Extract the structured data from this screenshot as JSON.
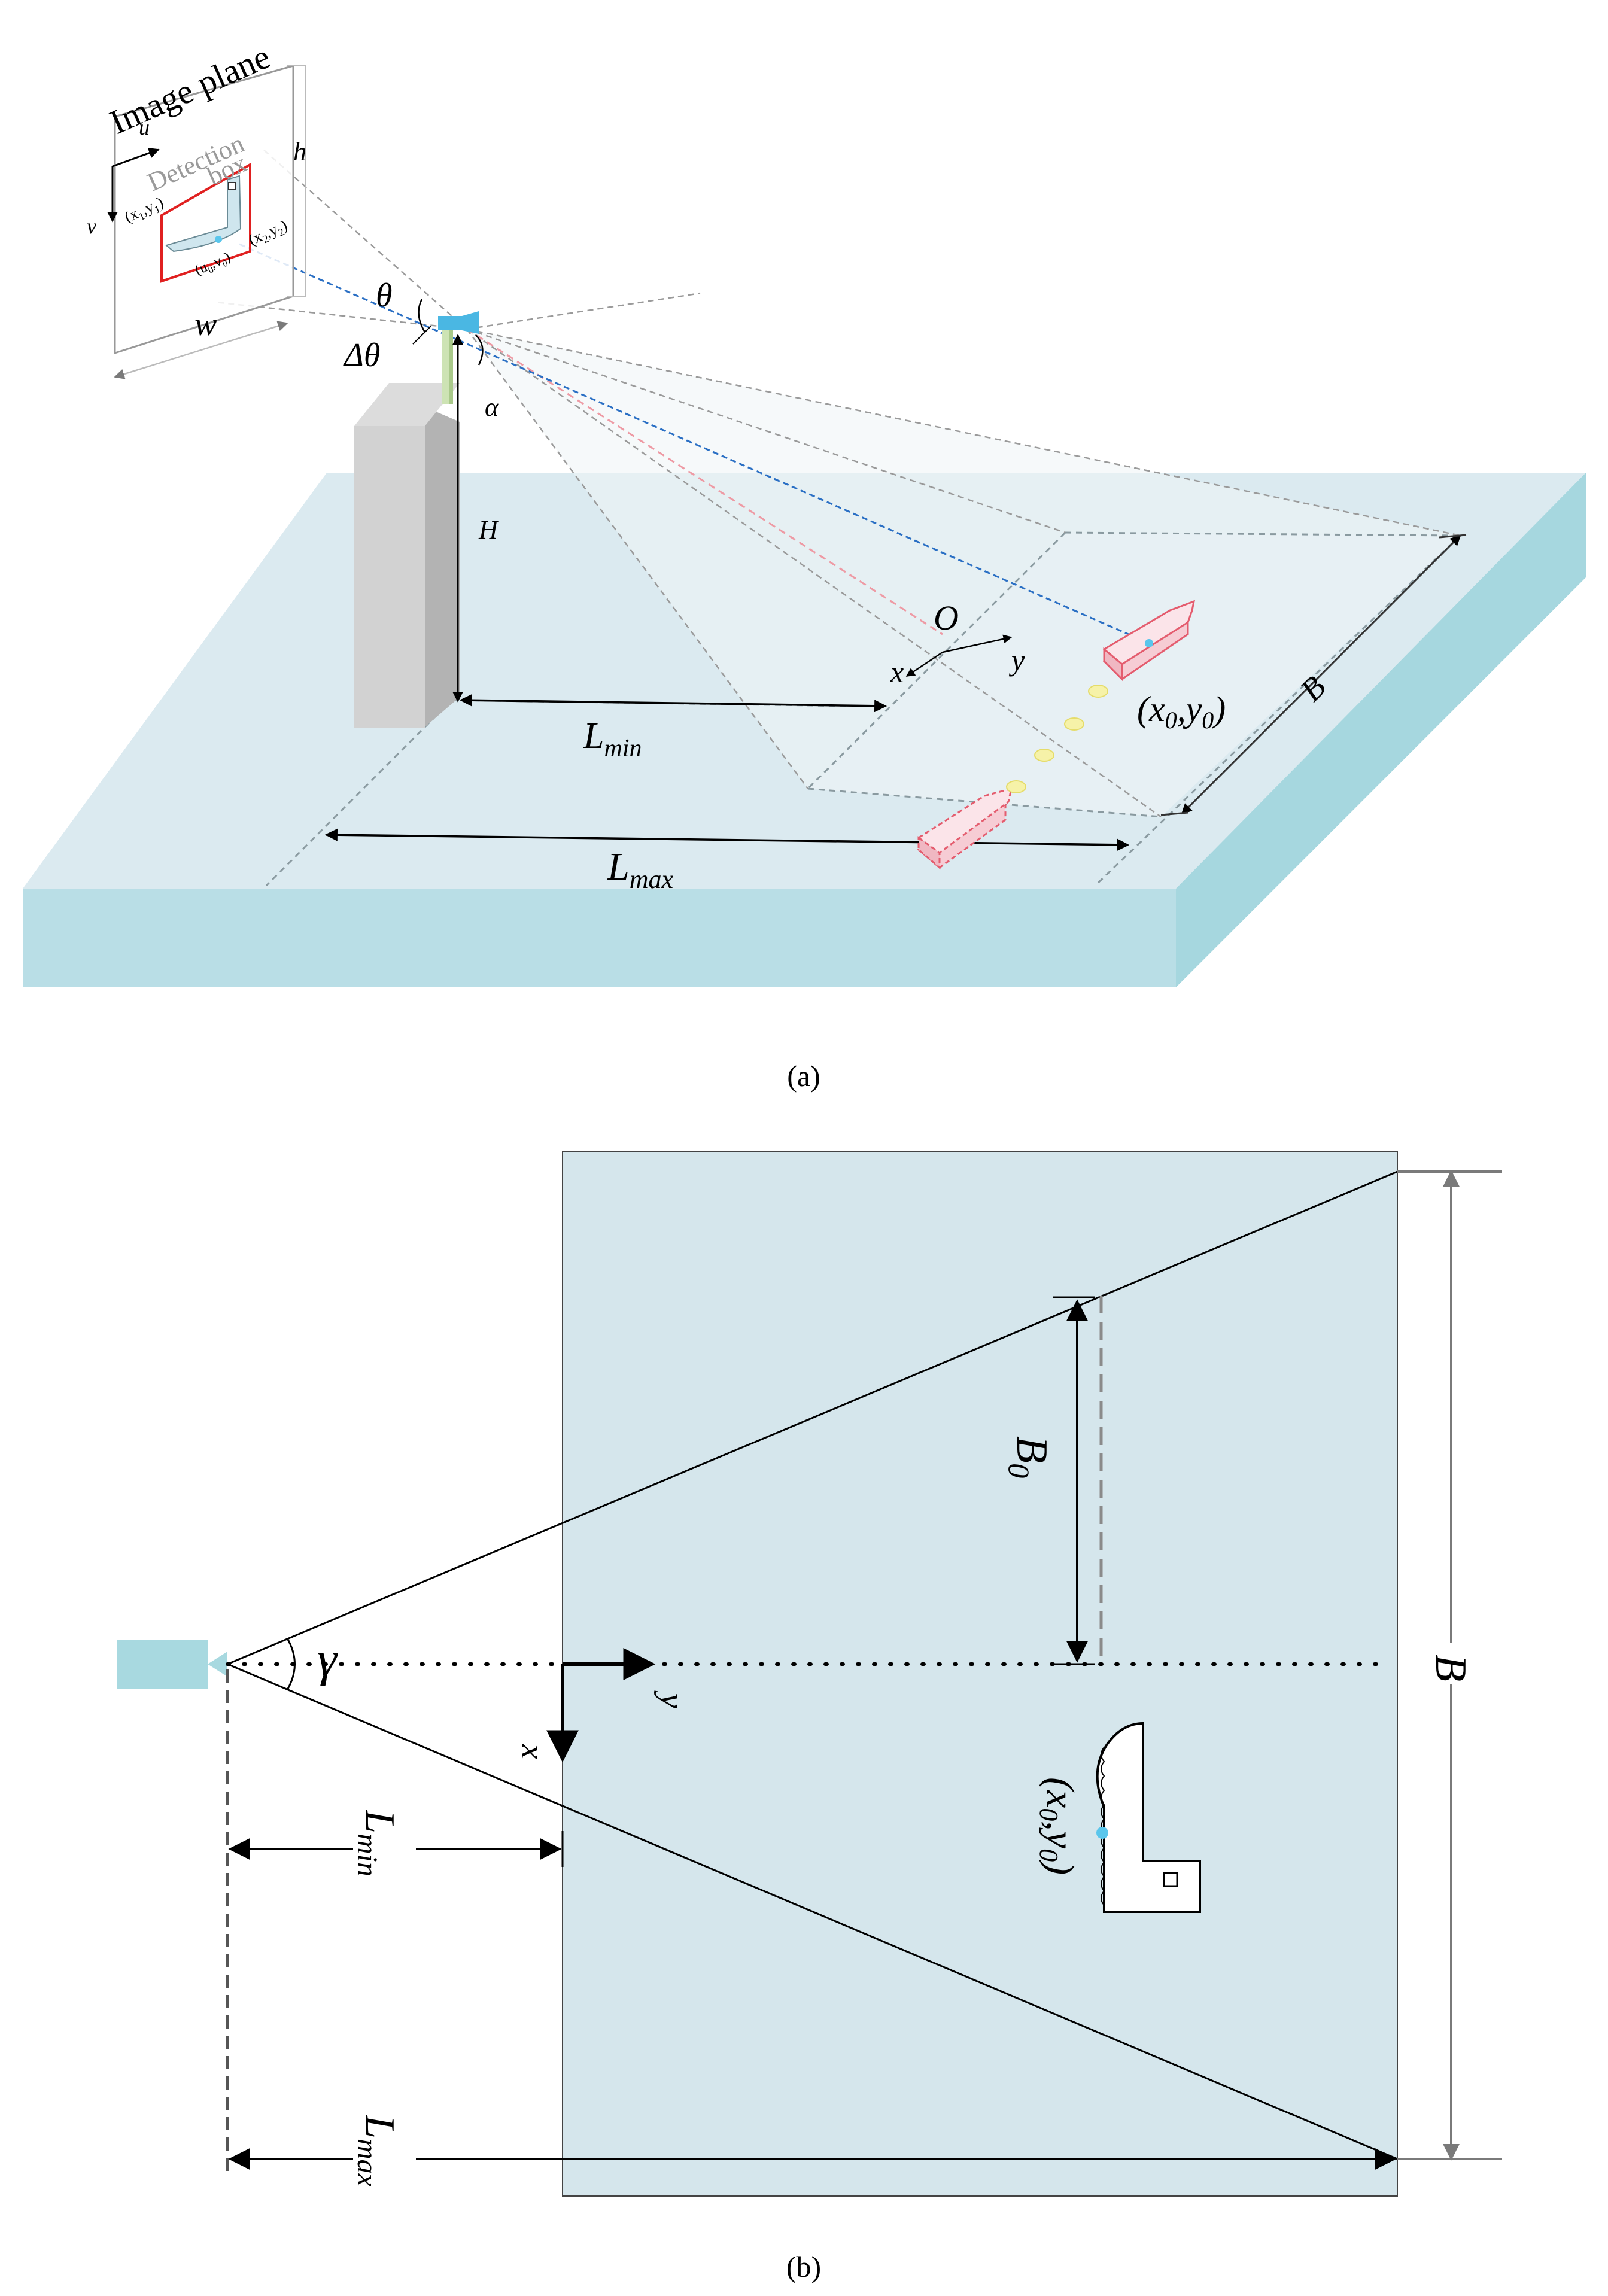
{
  "panel_a": {
    "caption": "(a)",
    "image_plane_title": "Image plane",
    "detection_box_label_1": "Detection",
    "detection_box_label_2": "box",
    "u": "u",
    "v": "v",
    "h": "h",
    "w": "w",
    "p1": "(x",
    "p1_sub": "1",
    "p1_mid": ",y",
    "p1_sub2": "1",
    "p2": "(x",
    "p2_sub": "2",
    "p2_mid": ",y",
    "p2_sub2": "2",
    "p0": "(u",
    "p0_sub": "0",
    "p0_mid": ",v",
    "p0_sub2": "0",
    "theta": "θ",
    "delta_theta": "Δθ",
    "alpha": "α",
    "H": "H",
    "O": "O",
    "x": "x",
    "y": "y",
    "B": "B",
    "ship_coord_open": "(x",
    "ship_coord_sub": "0",
    "ship_coord_mid": ",y",
    "ship_coord_sub2": "0",
    "ship_coord_close": ")",
    "L_min": "L",
    "L_min_sub": "min",
    "L_max": "L",
    "L_max_sub": "max"
  },
  "panel_b": {
    "caption": "(b)",
    "gamma": "γ",
    "B0": "B",
    "B0_sub": "0",
    "B": "B",
    "x": "x",
    "y": "y",
    "L_min": "L",
    "L_min_sub": "min",
    "L_max": "L",
    "L_max_sub": "max",
    "ship_coord_open": "(x",
    "ship_coord_sub": "0",
    "ship_coord_mid": ",y",
    "ship_coord_sub2": "0",
    "ship_coord_close": ")"
  },
  "colors": {
    "water_top": "#dbeaf0",
    "water_side": "#b9dee6",
    "water_right": "#a6d7df",
    "pillar_front": "#d2d2d2",
    "pillar_side": "#b3b3b3",
    "ship_red": "#e45c6e",
    "ship_fill": "#f6ccd4",
    "marker_blue": "#5ac6ec",
    "camera_blue": "#4ab7e3",
    "dim_gray": "#808080"
  }
}
